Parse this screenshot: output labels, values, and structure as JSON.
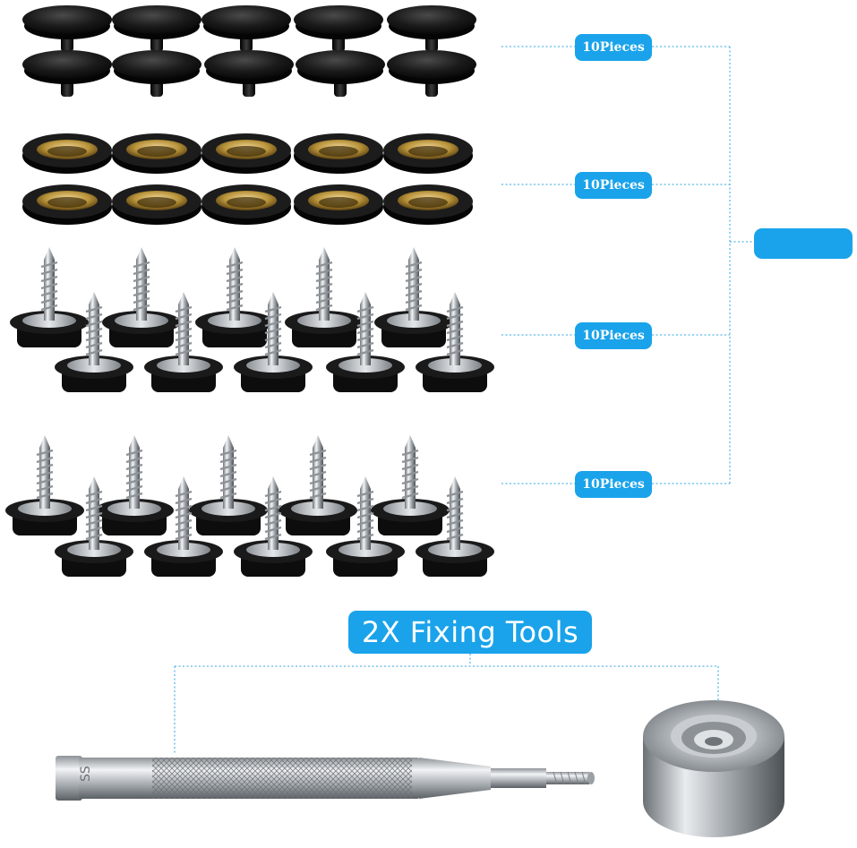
{
  "labels": {
    "count_1": "10Pieces",
    "count_2": "10Pieces",
    "count_3": "10Pieces",
    "count_4": "10Pieces",
    "total": "",
    "tools": "2X Fixing Tools"
  },
  "colors": {
    "accent": "#1aa3ea",
    "snap_black": "#141414",
    "brass": "#b8933a",
    "steel": "#b9bec4",
    "leader": "#5ab7e6"
  },
  "items": [
    {
      "name": "snap-cap",
      "count_label": "10Pieces"
    },
    {
      "name": "snap-socket",
      "count_label": "10Pieces"
    },
    {
      "name": "snap-stud-screw",
      "count_label": "10Pieces"
    },
    {
      "name": "snap-stud-screw",
      "count_label": "10Pieces"
    },
    {
      "name": "setting-punch-tool"
    },
    {
      "name": "anvil-tool"
    }
  ]
}
